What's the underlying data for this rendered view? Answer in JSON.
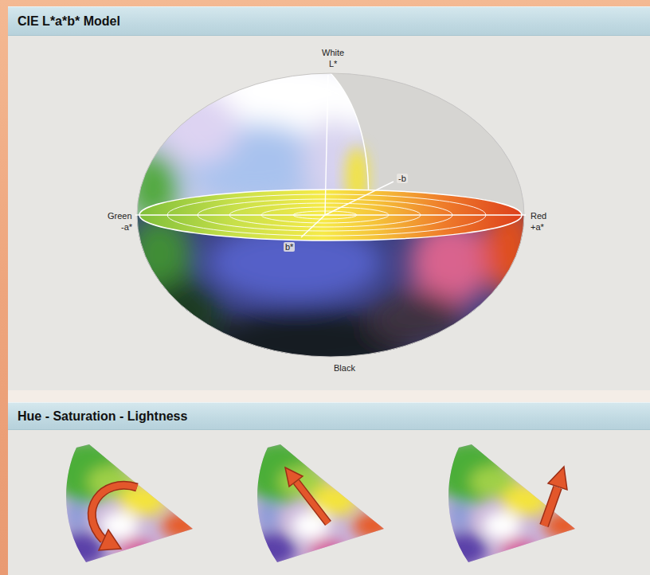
{
  "diagram": {
    "nodes": [
      {
        "text": [
          "CIE L*a*b* Model"
        ]
      },
      {
        "text": [
          "Hue - Saturation - Lightness"
        ]
      }
    ],
    "labels": [
      "White",
      "L*",
      "-b",
      "Green",
      "-a*",
      "Red",
      "+a*",
      "b*",
      "Black"
    ]
  }
}
